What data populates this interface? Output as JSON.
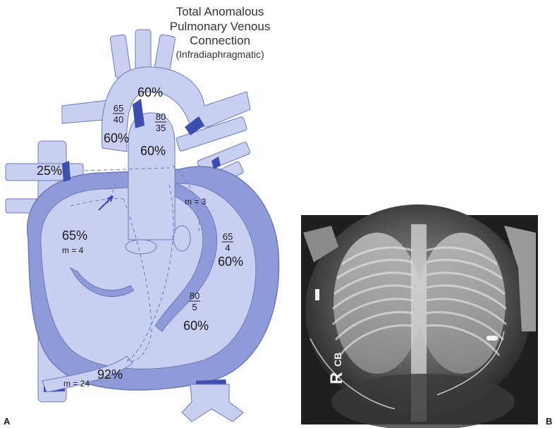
{
  "panel_a": {
    "label": "A",
    "title_lines": [
      "Total Anomalous",
      "Pulmonary Venous",
      "Connection"
    ],
    "subtitle": "(Infradiaphragmatic)",
    "saturations": {
      "aorta": "60%",
      "svc": "25%",
      "right_atrium": "65%",
      "left_atrium_top": "60%",
      "pulmonary_artery": "60%",
      "left_atrium": "60%",
      "left_ventricle": "60%",
      "vertical_vein": "92%"
    },
    "pressures": {
      "aortic": {
        "num": "65",
        "den": "40"
      },
      "pulmonary_artery": {
        "num": "80",
        "den": "35"
      },
      "left_atrium": {
        "num": "65",
        "den": "4"
      },
      "ventricle": {
        "num": "80",
        "den": "5"
      }
    },
    "mean_pressures": {
      "right_atrium": "m = 4",
      "left_atrium": "m = 3",
      "vertical_vein": "m = 24"
    }
  },
  "panel_b": {
    "label": "B",
    "marker_letter": "R",
    "marker_initials": "CB"
  },
  "colors": {
    "light_blue": "#c9cff0",
    "mid_blue": "#8f9ad8",
    "dark_blue": "#3d4fae",
    "outline": "#6e78b8"
  }
}
